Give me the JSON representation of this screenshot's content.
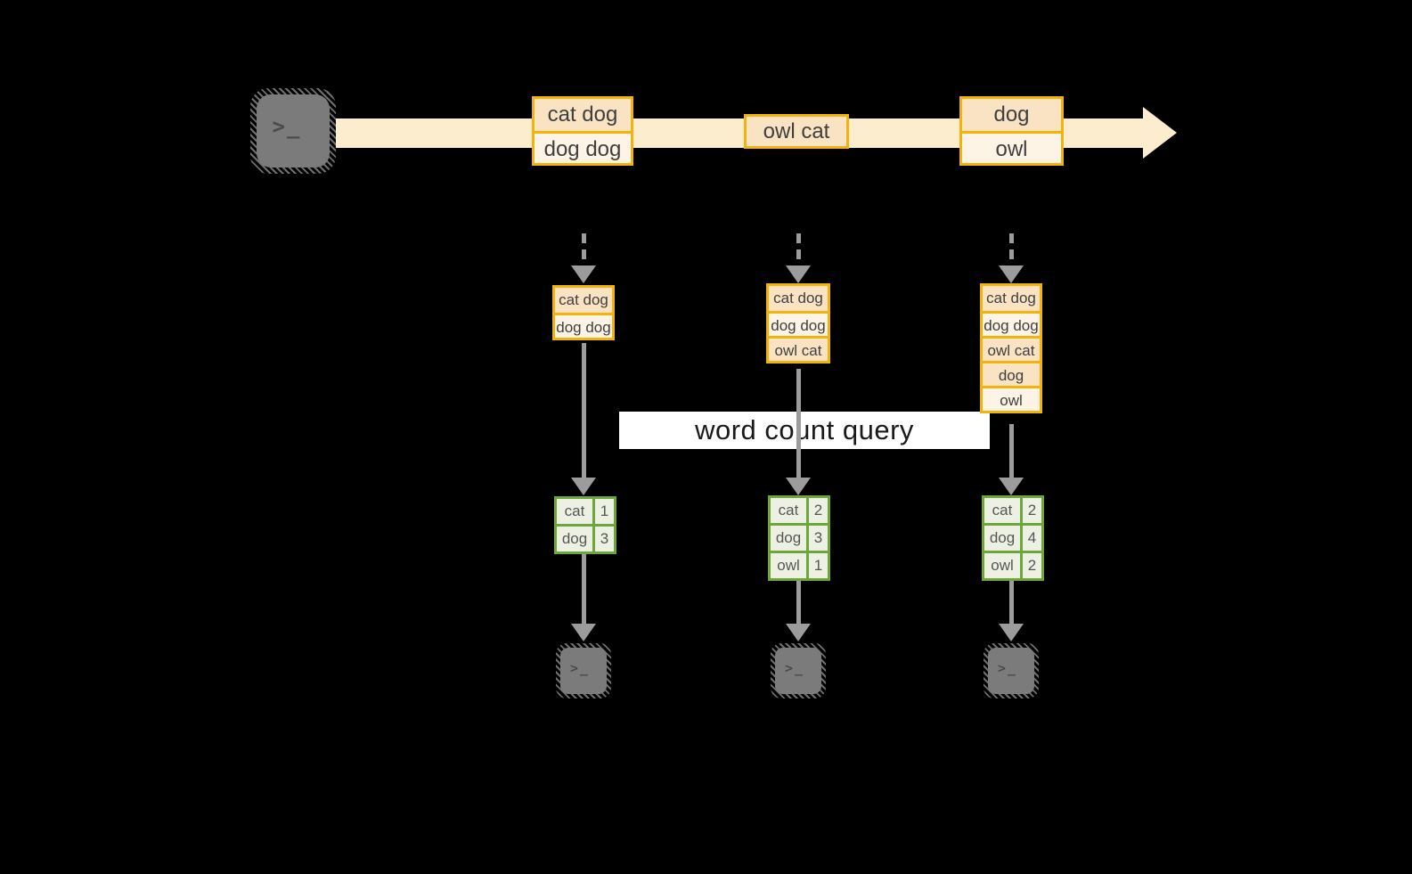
{
  "colors": {
    "bg": "#000000",
    "band": "#FBEDCE",
    "gold": "#F2B30D",
    "cellDark": "#FAE3C2",
    "cellLight": "#FDF4E5",
    "green": "#6FA63C",
    "greenFill": "#ECF1E4",
    "arrow": "#9C9C9C",
    "labelBg": "#FFFFFF",
    "labelText": "#1A1A1A",
    "termFill": "#7B7B7B"
  },
  "terminal_glyph": ">_",
  "query_label": "word count query",
  "timeline_batches": [
    {
      "rows": [
        {
          "text": "cat dog"
        },
        {
          "text": "dog dog"
        }
      ]
    },
    {
      "rows": [
        {
          "text": "owl cat"
        }
      ]
    },
    {
      "rows": [
        {
          "text": "dog"
        },
        {
          "text": "owl"
        }
      ]
    }
  ],
  "columns": [
    {
      "input_rows": [
        {
          "text": "cat dog"
        },
        {
          "text": "dog dog"
        }
      ],
      "result_rows": [
        {
          "word": "cat",
          "count": "1"
        },
        {
          "word": "dog",
          "count": "3"
        }
      ]
    },
    {
      "input_rows": [
        {
          "text": "cat dog"
        },
        {
          "text": "dog dog"
        },
        {
          "text": "owl cat"
        }
      ],
      "result_rows": [
        {
          "word": "cat",
          "count": "2"
        },
        {
          "word": "dog",
          "count": "3"
        },
        {
          "word": "owl",
          "count": "1"
        }
      ]
    },
    {
      "input_rows": [
        {
          "text": "cat dog"
        },
        {
          "text": "dog dog"
        },
        {
          "text": "owl cat"
        },
        {
          "text": "dog"
        },
        {
          "text": "owl"
        }
      ],
      "result_rows": [
        {
          "word": "cat",
          "count": "2"
        },
        {
          "word": "dog",
          "count": "4"
        },
        {
          "word": "owl",
          "count": "2"
        }
      ]
    }
  ]
}
